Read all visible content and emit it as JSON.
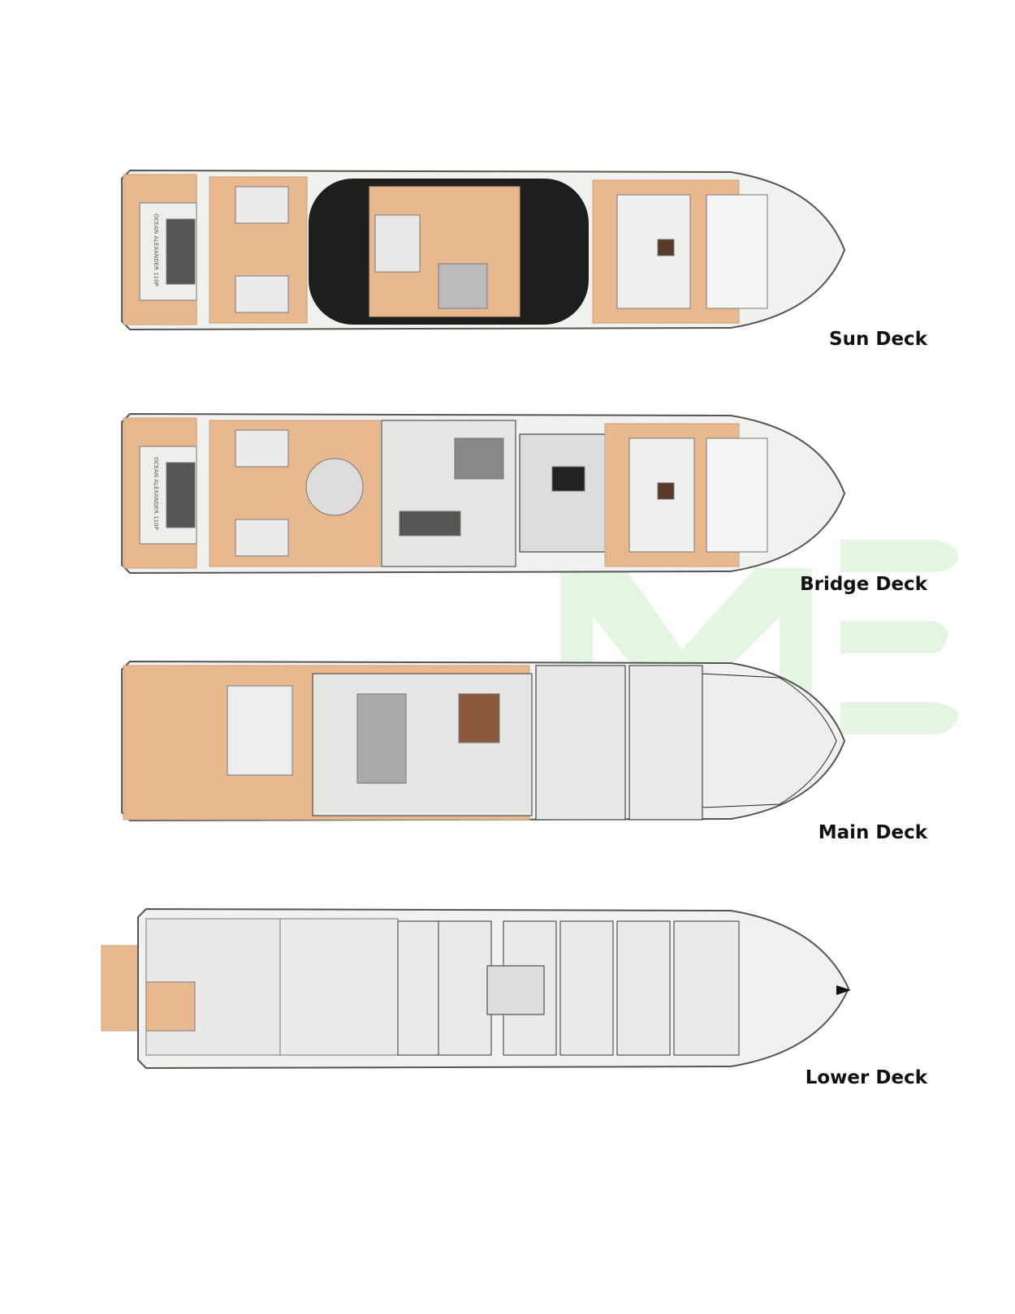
{
  "decks": [
    {
      "name": "Sun Deck",
      "layout": "sun"
    },
    {
      "name": "Bridge Deck",
      "layout": "bridge"
    },
    {
      "name": "Main Deck",
      "layout": "main"
    },
    {
      "name": "Lower Deck",
      "layout": "lower"
    }
  ],
  "stern_logo": "OCEAN ALEXANDER 110P",
  "watermark": "ME",
  "colors": {
    "teak": "#e8b98f",
    "interior": "#e6e7e3",
    "wall": "#3a3a3a",
    "hardtop": "#1e1e1e",
    "watermark": "#dff5dc"
  }
}
